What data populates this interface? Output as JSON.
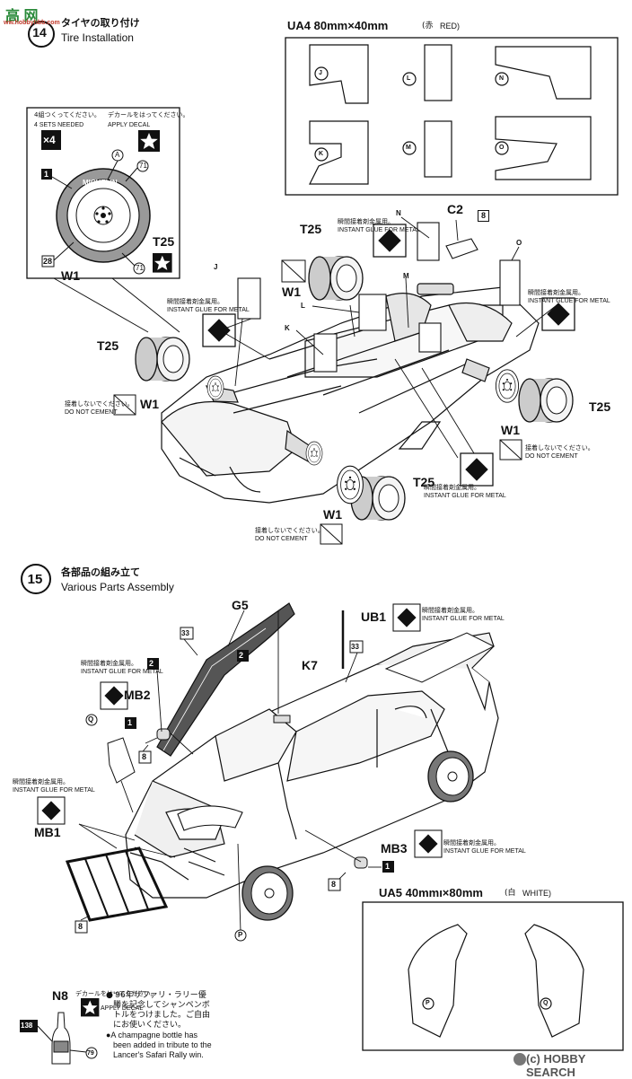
{
  "watermark_top": {
    "chinese": "高 网",
    "sub": "ww.hobbyhbb.com"
  },
  "step14": {
    "number": "14",
    "title_jp": "タイヤの取り付け",
    "title_en": "Tire Installation"
  },
  "inset": {
    "sets_jp": "4組つくってください。",
    "sets_en": "4 SETS NEEDED",
    "qty": "×4",
    "decal_jp": "デカールをはってください。",
    "decal_en": "APPLY DECAL",
    "label_A": "A",
    "label_71a": "71",
    "label_71b": "71",
    "label_1": "1",
    "label_28": "28",
    "tire_text": "MICHELIN",
    "T25": "T25",
    "W1": "W1"
  },
  "ua4": {
    "title": "UA4  80mm×40mm",
    "color_jp": "(赤",
    "color_en": "RED)",
    "parts": [
      "J",
      "L",
      "N",
      "K",
      "M",
      "O"
    ]
  },
  "step14_labels": {
    "T25_top": "T25",
    "W1_mid": "W1",
    "T25_left": "T25",
    "W1_left": "W1",
    "T25_right": "T25",
    "W1_right": "W1",
    "T25_bottom": "T25",
    "W1_bottom": "W1",
    "C2": "C2",
    "part8": "8",
    "J": "J",
    "K": "K",
    "L": "L",
    "M": "M",
    "N": "N",
    "O": "O",
    "glue_jp": "瞬間接着剤金属用。",
    "glue_en": "INSTANT GLUE FOR METAL",
    "nocement_jp": "接着しないでください。",
    "nocement_en": "DO NOT CEMENT"
  },
  "step15": {
    "number": "15",
    "title_jp": "各部品の組み立て",
    "title_en": "Various Parts Assembly",
    "G5": "G5",
    "part2a": "2",
    "part2b": "2",
    "part33a": "33",
    "part33b": "33",
    "UB1": "UB1",
    "K7": "K7",
    "MB2": "MB2",
    "part1a": "1",
    "part8a": "8",
    "Q": "Q",
    "MB1": "MB1",
    "MB3": "MB3",
    "part1b": "1",
    "part8b": "8",
    "part8c": "8",
    "P": "P",
    "glue_jp": "瞬間接着剤金属用。",
    "glue_en": "INSTANT GLUE FOR METAL"
  },
  "ua5": {
    "title": "UA5  40mmı×80mm",
    "color_jp": "(白",
    "color_en": "WHITE)",
    "parts": [
      "P",
      "Q"
    ]
  },
  "champagne": {
    "N8": "N8",
    "decal_jp": "デカールをはってください。",
    "decal_en": "APPLY DECAL",
    "part138": "138",
    "part79": "79",
    "note_jp": [
      "●'96年サファリ・ラリー優",
      "勝を記念してシャンペンボ",
      "トルをつけました。ご自由",
      "にお使いください。"
    ],
    "note_en": [
      "●A champagne bottle has",
      "been added in tribute to the",
      "Lancer's Safari Rally win."
    ]
  },
  "watermark_bottom": "(c) HOBBY SEARCH"
}
